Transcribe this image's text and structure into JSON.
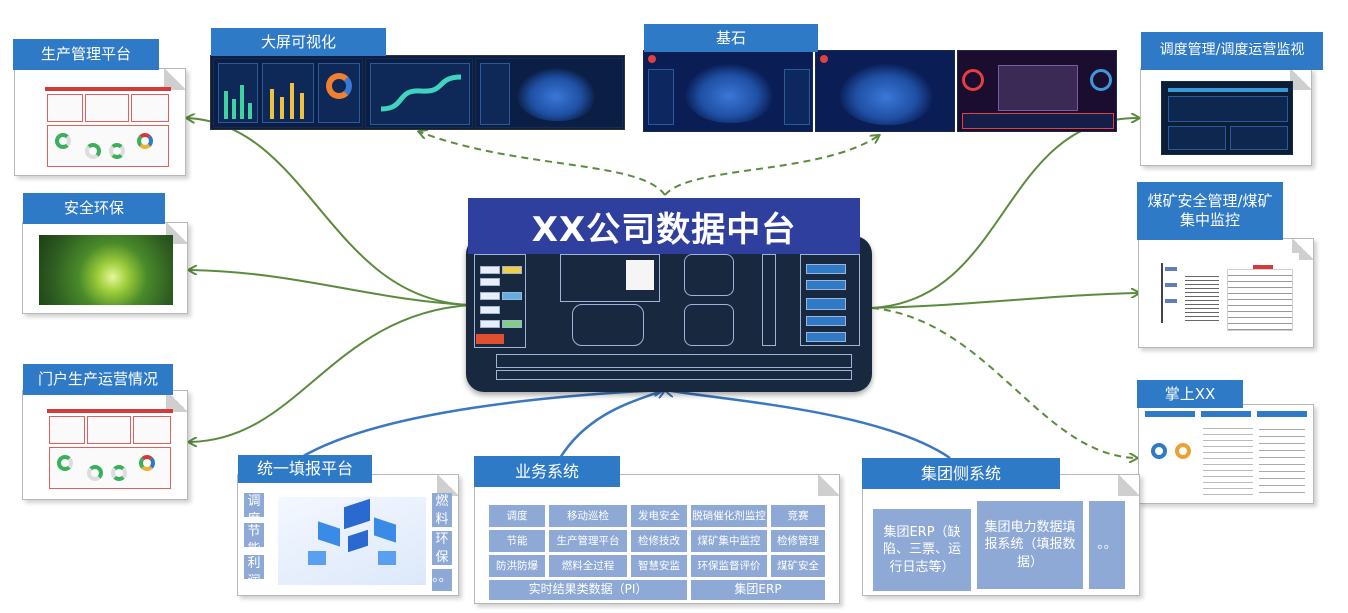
{
  "center": {
    "title": "XX公司数据中台"
  },
  "top_left": {
    "title": "大屏可视化"
  },
  "top_mid": {
    "title": "基石"
  },
  "left_nodes": [
    {
      "title": "生产管理平台"
    },
    {
      "title": "安全环保"
    },
    {
      "title": "门户生产运营情况"
    }
  ],
  "right_nodes": [
    {
      "title": "调度管理/调度运营监视"
    },
    {
      "title": "煤矿安全管理/煤矿集中监控"
    },
    {
      "title": "掌上XX"
    }
  ],
  "fill_platform": {
    "title": "统一填报平台",
    "left_cells": [
      "调度",
      "节能",
      "利润"
    ],
    "right_cells": [
      "燃料",
      "环保",
      "。。"
    ]
  },
  "business": {
    "title": "业务系统",
    "cells": [
      "调度",
      "移动巡检",
      "发电安全",
      "脱硝催化剂监控",
      "竞赛",
      "节能",
      "生产管理平台",
      "检修技改",
      "煤矿集中监控",
      "检修管理",
      "防洪防爆",
      "燃料全过程",
      "智慧安监",
      "环保监督评价",
      "煤矿安全"
    ],
    "realtime": "实时结果类数据（PI）",
    "erp": "集团ERP"
  },
  "group": {
    "title": "集团侧系统",
    "erp": "集团ERP（缺陷、三票、运行日志等）",
    "power": "集团电力数据填报系统（填报数据）",
    "more": "。。"
  },
  "colors": {
    "title_bar": "#2f7ac6",
    "center_title": "#2e3f9e",
    "center_body": "#18293f",
    "arrow_green": "#5b8c3e",
    "arrow_blue": "#3a78c0",
    "cell": "#8ea9d6"
  }
}
